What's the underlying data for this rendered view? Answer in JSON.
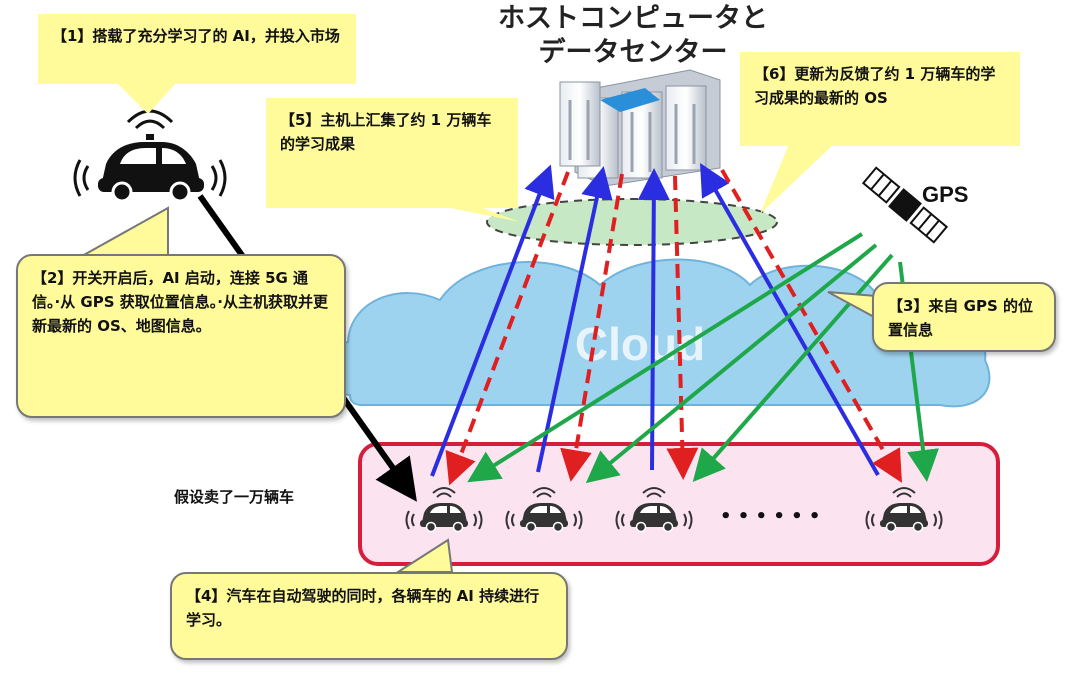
{
  "title": {
    "line1": "ホストコンピュータと",
    "line2": "データセンター"
  },
  "callouts": {
    "c1": "【1】搭载了充分学习了的 AI，并投入市场",
    "c2": "【2】开关开启后，AI 启动，连接 5G 通信。·从 GPS 获取位置信息。·从主机获取并更新最新的 OS、地图信息。",
    "c3": "【3】来自 GPS 的位置信息",
    "c4": "【4】汽车在自动驾驶的同时，各辆车的 AI 持续进行学习。",
    "c5": "【5】主机上汇集了约 1 万辆车的学习成果",
    "c6": "【6】更新为反馈了约 1 万辆车的学习成果的最新的 OS"
  },
  "labels": {
    "gps": "GPS",
    "cloud": "Cloud",
    "fleet": "假设卖了一万辆车",
    "dots": "• • • • • •"
  },
  "colors": {
    "callout_fill": "#fffb9a",
    "upload_arrow": "#2b2ee0",
    "download_arrow": "#e02020",
    "gps_arrow": "#1fa84a",
    "fleet_border": "#d61e3c",
    "fleet_fill": "#fbe3f0",
    "cloud_fill": "#9ed3f0",
    "ellipse_fill": "#c7e8c4"
  }
}
